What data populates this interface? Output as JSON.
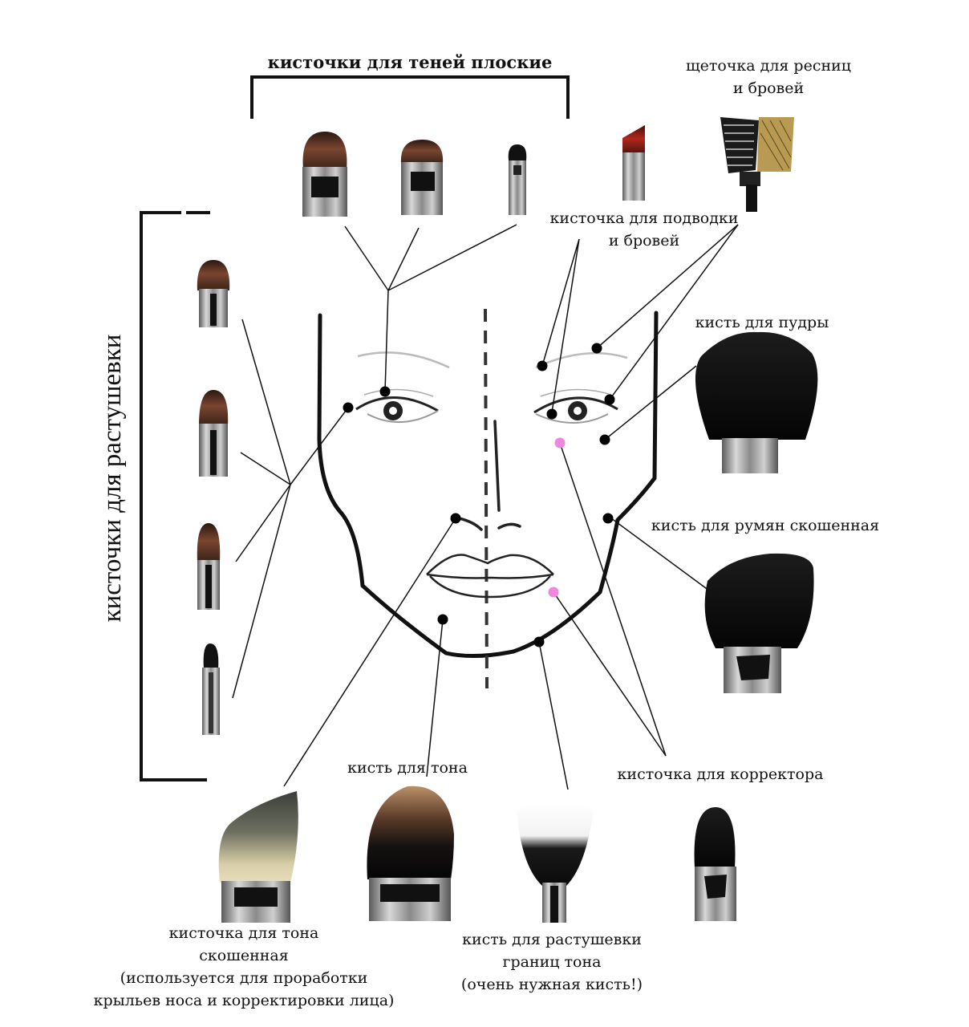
{
  "labels": {
    "flat_shadow": "кисточки для теней плоские",
    "lash_brow_1": "щеточка для ресниц",
    "lash_brow_2": "и бровей",
    "liner_brow_1": "кисточка для подводки",
    "liner_brow_2": "и бровей",
    "blending": "кисточки для растушевки",
    "powder": "кисть для пудры",
    "blush": "кисть для румян скошенная",
    "foundation": "кисть для тона",
    "corrector": "кисточка для корректора",
    "angled_1": "кисточка для тона",
    "angled_2": "скошенная",
    "angled_3": "(используется для проработки",
    "angled_4": "крыльев носа и корректировки лица)",
    "edge_1": "кисть для растушевки",
    "edge_2": "границ тона",
    "edge_3": "(очень нужная кисть!)"
  },
  "colors": {
    "line": "#111111",
    "dot": "#000000",
    "corrector_dot": "#ee88dd",
    "ferrule": "#8c8c8c",
    "bristle_dark": "#141414",
    "bristle_brown": "#6a3a26",
    "bristle_red": "#a02018"
  }
}
